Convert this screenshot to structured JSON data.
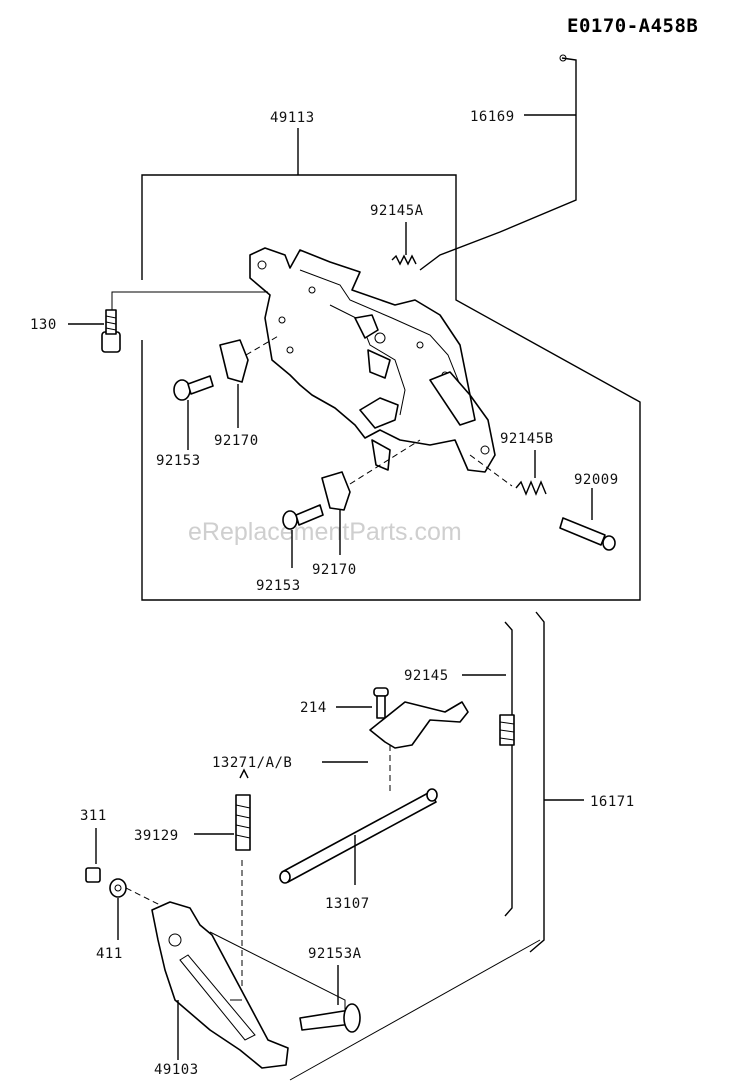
{
  "diagram": {
    "reference_code": "E0170-A458B",
    "watermark": "eReplacementParts.com",
    "part_labels": {
      "p16169": "16169",
      "p49113": "49113",
      "p92145A": "92145A",
      "p130": "130",
      "p92153_top": "92153",
      "p92170_top": "92170",
      "p92145B": "92145B",
      "p92009": "92009",
      "p92153_mid": "92153",
      "p92170_mid": "92170",
      "p92145": "92145",
      "p214": "214",
      "p13271": "13271/A/B",
      "p16171": "16171",
      "p311": "311",
      "p39129": "39129",
      "p13107": "13107",
      "p411": "411",
      "p92153A": "92153A",
      "p49103": "49103"
    }
  }
}
